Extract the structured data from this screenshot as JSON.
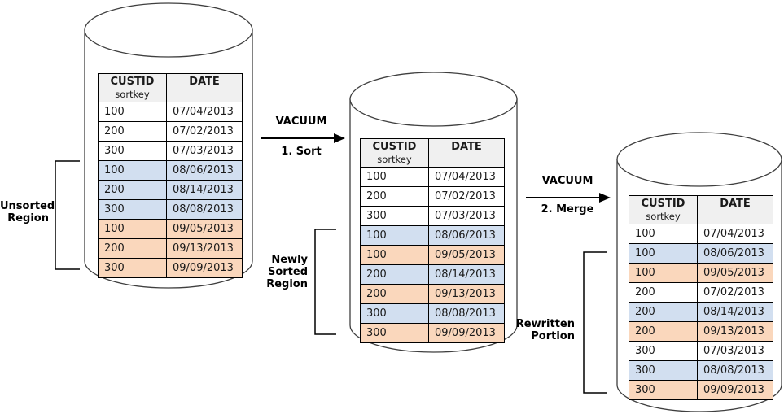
{
  "colors": {
    "unsorted_august_row": "#d2dff0",
    "unsorted_september_row": "#fad7bc",
    "sorted_row": "#ffffff",
    "header_background": "#f0f0f0",
    "line_stroke": "#000000"
  },
  "arrows": [
    {
      "title": "VACUUM",
      "step": "1. Sort"
    },
    {
      "title": "VACUUM",
      "step": "2. Merge"
    }
  ],
  "brackets": [
    {
      "lines": [
        "Unsorted",
        "Region"
      ]
    },
    {
      "lines": [
        "Newly",
        "Sorted",
        "Region"
      ]
    },
    {
      "lines": [
        "Rewritten",
        "Portion"
      ]
    }
  ],
  "cylinders": [
    {
      "table": {
        "header": {
          "custid_title": "CUSTID",
          "custid_subtitle": "sortkey",
          "date_title": "DATE",
          "date_subtitle": ""
        },
        "rows": [
          {
            "custid": "100",
            "date": "07/04/2013",
            "region": "white"
          },
          {
            "custid": "200",
            "date": "07/02/2013",
            "region": "white"
          },
          {
            "custid": "300",
            "date": "07/03/2013",
            "region": "white"
          },
          {
            "custid": "100",
            "date": "08/06/2013",
            "region": "blue"
          },
          {
            "custid": "200",
            "date": "08/14/2013",
            "region": "blue"
          },
          {
            "custid": "300",
            "date": "08/08/2013",
            "region": "blue"
          },
          {
            "custid": "100",
            "date": "09/05/2013",
            "region": "orange"
          },
          {
            "custid": "200",
            "date": "09/13/2013",
            "region": "orange"
          },
          {
            "custid": "300",
            "date": "09/09/2013",
            "region": "orange"
          }
        ]
      }
    },
    {
      "table": {
        "header": {
          "custid_title": "CUSTID",
          "custid_subtitle": "sortkey",
          "date_title": "DATE",
          "date_subtitle": ""
        },
        "rows": [
          {
            "custid": "100",
            "date": "07/04/2013",
            "region": "white"
          },
          {
            "custid": "200",
            "date": "07/02/2013",
            "region": "white"
          },
          {
            "custid": "300",
            "date": "07/03/2013",
            "region": "white"
          },
          {
            "custid": "100",
            "date": "08/06/2013",
            "region": "blue"
          },
          {
            "custid": "100",
            "date": "09/05/2013",
            "region": "orange"
          },
          {
            "custid": "200",
            "date": "08/14/2013",
            "region": "blue"
          },
          {
            "custid": "200",
            "date": "09/13/2013",
            "region": "orange"
          },
          {
            "custid": "300",
            "date": "08/08/2013",
            "region": "blue"
          },
          {
            "custid": "300",
            "date": "09/09/2013",
            "region": "orange"
          }
        ]
      }
    },
    {
      "table": {
        "header": {
          "custid_title": "CUSTID",
          "custid_subtitle": "sortkey",
          "date_title": "DATE",
          "date_subtitle": ""
        },
        "rows": [
          {
            "custid": "100",
            "date": "07/04/2013",
            "region": "white"
          },
          {
            "custid": "100",
            "date": "08/06/2013",
            "region": "blue"
          },
          {
            "custid": "100",
            "date": "09/05/2013",
            "region": "orange"
          },
          {
            "custid": "200",
            "date": "07/02/2013",
            "region": "white"
          },
          {
            "custid": "200",
            "date": "08/14/2013",
            "region": "blue"
          },
          {
            "custid": "200",
            "date": "09/13/2013",
            "region": "orange"
          },
          {
            "custid": "300",
            "date": "07/03/2013",
            "region": "white"
          },
          {
            "custid": "300",
            "date": "08/08/2013",
            "region": "blue"
          },
          {
            "custid": "300",
            "date": "09/09/2013",
            "region": "orange"
          }
        ]
      }
    }
  ]
}
